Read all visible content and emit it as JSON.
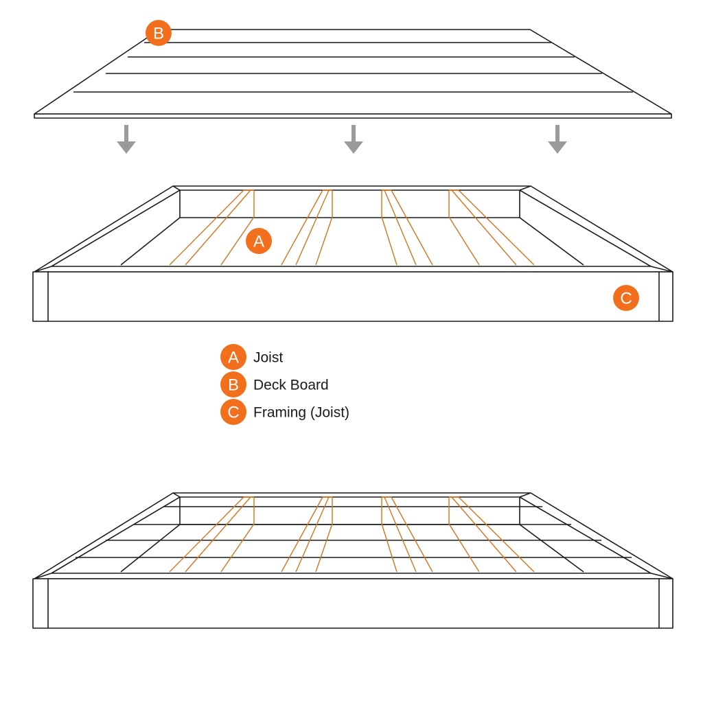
{
  "badges": {
    "a": "A",
    "b": "B",
    "c": "C"
  },
  "legend": [
    {
      "badge": "A",
      "label": "Joist"
    },
    {
      "badge": "B",
      "label": "Deck Board"
    },
    {
      "badge": "C",
      "label": "Framing (Joist)"
    }
  ],
  "colors": {
    "accent": "#f26f1e",
    "joist": "#d4731c",
    "outline": "#1a1a1a",
    "arrow": "#9a9a9a"
  }
}
